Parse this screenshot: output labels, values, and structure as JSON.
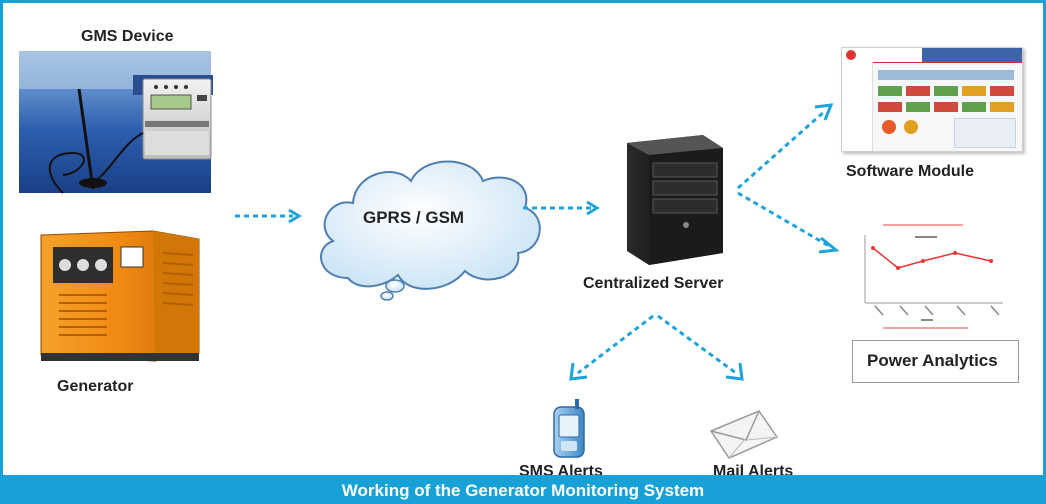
{
  "nodes": {
    "gms_device": "GMS Device",
    "generator": "Generator",
    "network": "GPRS / GSM",
    "server": "Centralized Server",
    "software": "Software Module",
    "analytics": "Power Analytics",
    "sms": "SMS Alerts",
    "mail": "Mail Alerts"
  },
  "caption": "Working of the Generator Monitoring System",
  "colors": {
    "border": "#18a1d6",
    "arrow": "#1fa3dc",
    "cloud_fill": "#d5ebf8",
    "cloud_stroke": "#4f7fb0",
    "generator": "#f08a13"
  },
  "icons": [
    "gms-device-photo",
    "generator-photo",
    "cloud-icon",
    "server-tower-icon",
    "software-screenshot",
    "analytics-line-chart",
    "mobile-phone-icon",
    "envelope-icon"
  ]
}
